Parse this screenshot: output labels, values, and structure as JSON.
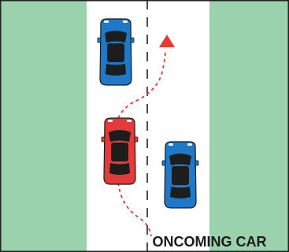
{
  "diagram": {
    "caption": "ONCOMING CAR",
    "colors": {
      "grass": "#99d2ac",
      "road": "#ffffff",
      "border": "#222222",
      "center_line": "#222222",
      "path": "#e53935",
      "arrow": "#e53935",
      "blue_car": "#1e79c9",
      "red_car": "#e53a3a",
      "window": "#1d1d1d"
    },
    "cars": [
      {
        "id": "blue-car-ahead",
        "color": "blue",
        "facing": "up"
      },
      {
        "id": "red-car-overtaking",
        "color": "red",
        "facing": "up"
      },
      {
        "id": "blue-car-oncoming",
        "color": "blue",
        "facing": "up"
      }
    ]
  }
}
